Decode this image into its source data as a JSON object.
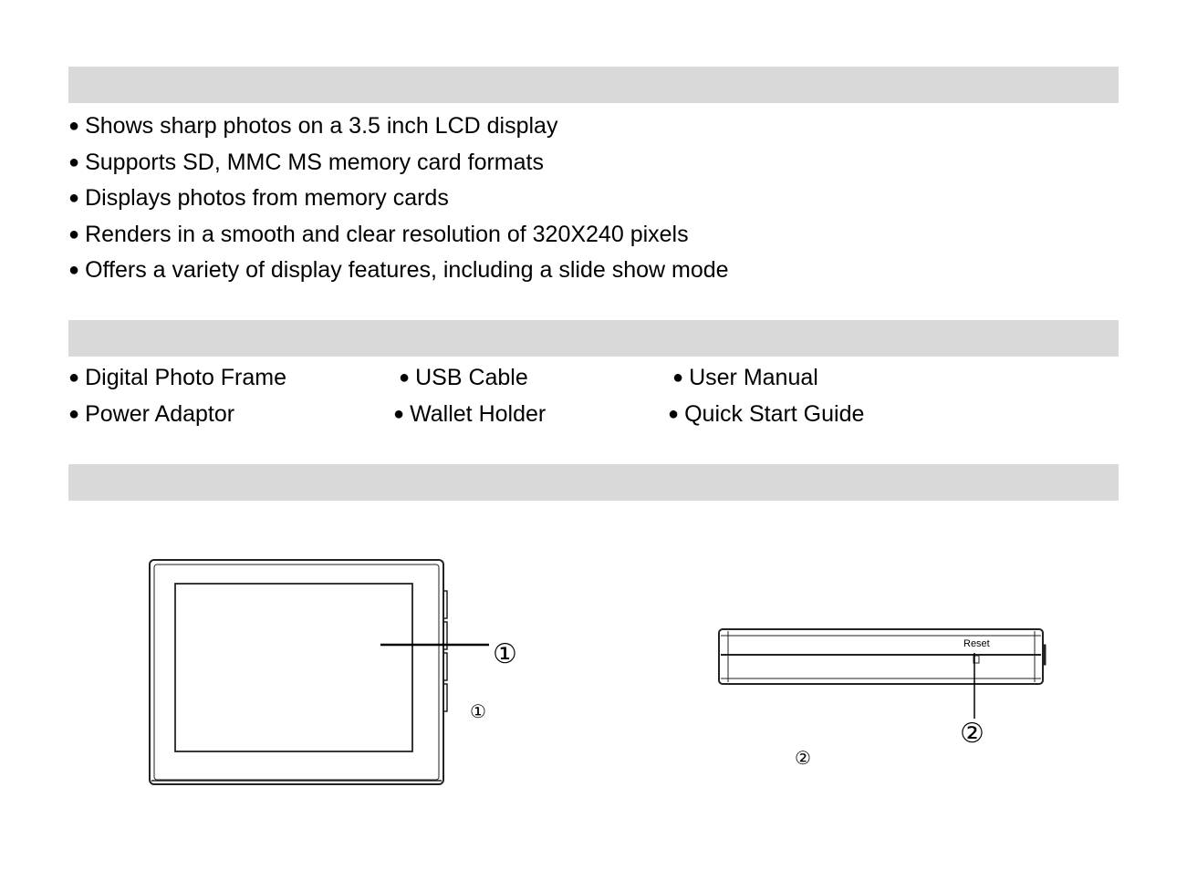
{
  "features": [
    "Shows sharp photos on a 3.5 inch LCD display",
    "Supports SD, MMC MS memory card formats",
    "Displays photos from memory cards",
    "Renders in a smooth and clear resolution of 320X240 pixels",
    "Offers a variety of display features, including a slide show mode"
  ],
  "package_contents": {
    "col1": [
      "Digital Photo Frame",
      "Power Adaptor"
    ],
    "col2": [
      "USB Cable",
      "Wallet Holder"
    ],
    "col3": [
      "User Manual",
      "Quick Start Guide"
    ]
  },
  "figures": {
    "front_view": {
      "callout": "①",
      "caption_marker": "①"
    },
    "top_view": {
      "reset_label": "Reset",
      "callout": "②",
      "caption_marker": "②"
    }
  }
}
